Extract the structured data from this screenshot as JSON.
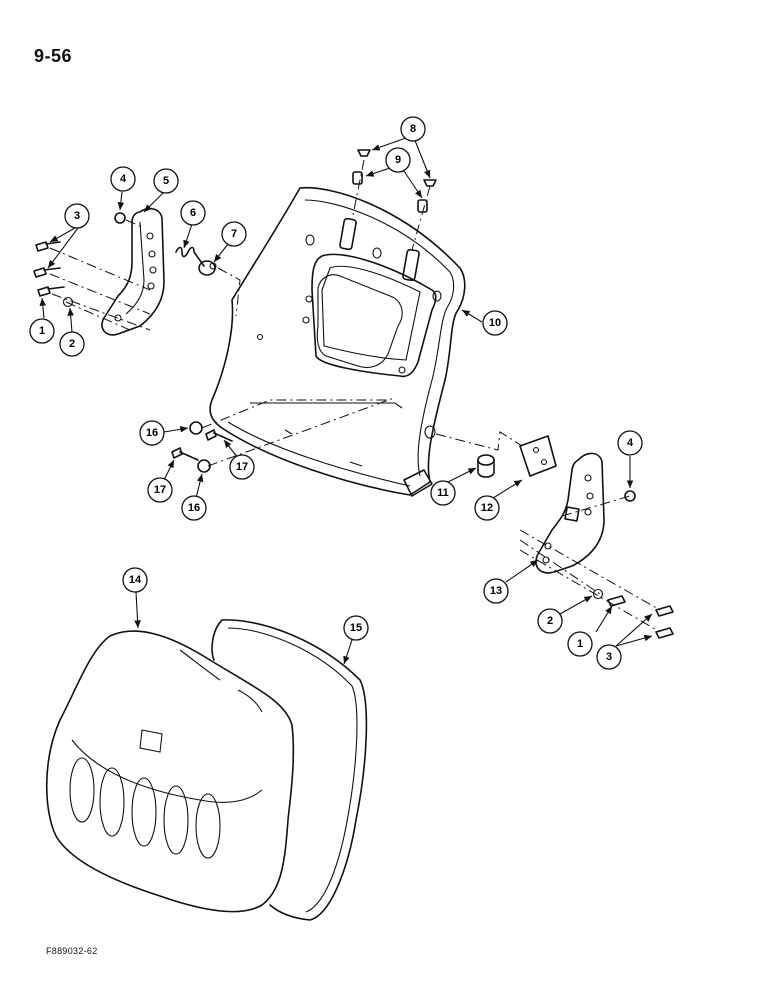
{
  "page_number": "9-56",
  "figure_code": "F889032-62",
  "callouts": {
    "c1a": "1",
    "c2a": "2",
    "c3a": "3",
    "c4a": "4",
    "c5": "5",
    "c6": "6",
    "c7": "7",
    "c8": "8",
    "c9": "9",
    "c10": "10",
    "c11": "11",
    "c12": "12",
    "c13": "13",
    "c14": "14",
    "c15": "15",
    "c16a": "16",
    "c17a": "17",
    "c16b": "16",
    "c17b": "17",
    "c4b": "4",
    "c2b": "2",
    "c1b": "1",
    "c3b": "3"
  }
}
